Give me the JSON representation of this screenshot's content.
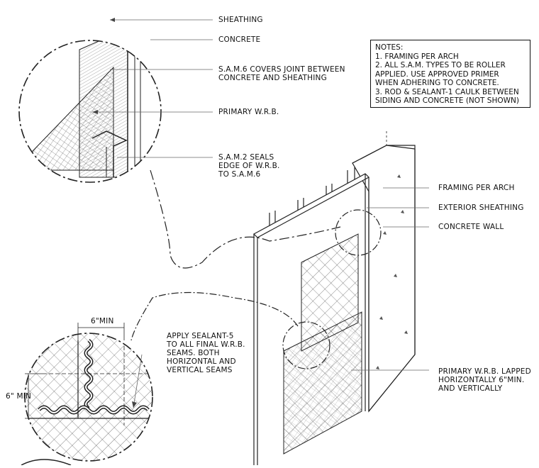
{
  "labels": {
    "sheathing": "SHEATHING",
    "concrete": "CONCRETE",
    "sam6": "S.A.M.6 COVERS JOINT BETWEEN\nCONCRETE AND SHEATHING",
    "primary_wrb": "PRIMARY W.R.B.",
    "sam2": "S.A.M.2 SEALS\nEDGE OF W.R.B.\nTO S.A.M.6",
    "framing": "FRAMING PER ARCH",
    "ext_sheathing": "EXTERIOR SHEATHING",
    "concrete_wall": "CONCRETE WALL",
    "sealant": "APPLY SEALANT-5\nTO ALL FINAL W.R.B.\nSEAMS. BOTH\nHORIZONTAL AND\nVERTICAL SEAMS",
    "lapped": "PRIMARY W.R.B. LAPPED\nHORIZONTALLY 6\"MIN.\nAND VERTICALLY",
    "dim_top": "6\"MIN",
    "dim_side": "6\" MIN"
  },
  "notes": {
    "title": "NOTES:",
    "items": [
      "1. FRAMING PER ARCH",
      "2. ALL S.A.M. TYPES TO BE ROLLER\n    APPLIED. USE APPROVED PRIMER\n    WHEN ADHERING TO CONCRETE.",
      "3. ROD & SEALANT-1 CAULK BETWEEN\n    SIDING AND CONCRETE (NOT SHOWN)"
    ]
  }
}
